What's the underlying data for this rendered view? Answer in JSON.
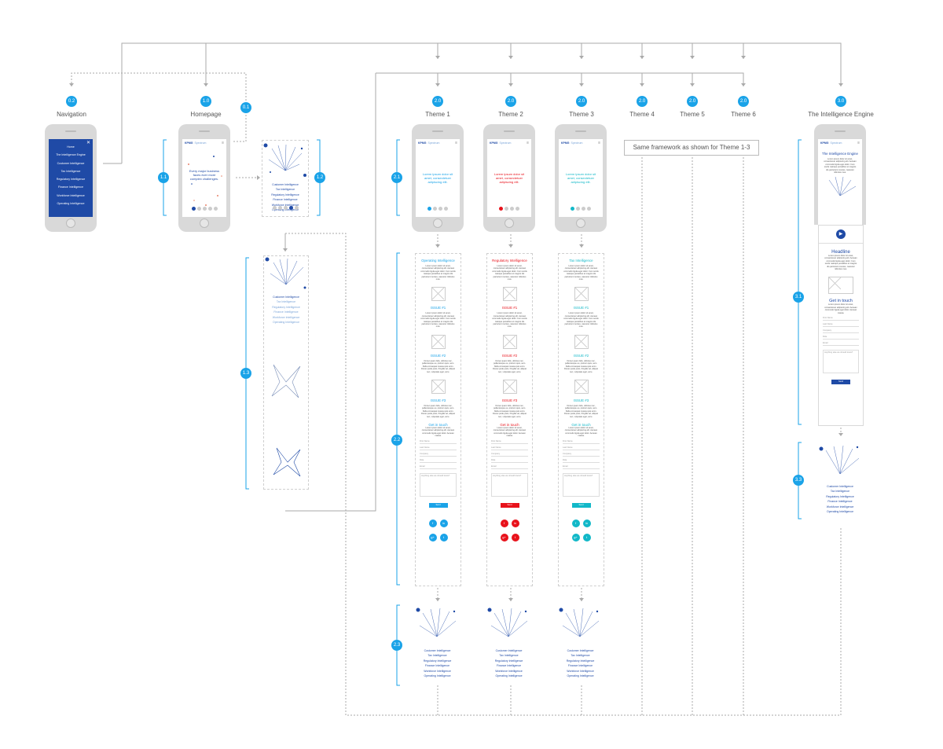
{
  "columns": [
    {
      "id": "nav",
      "badge": "0.2",
      "label": "Navigation"
    },
    {
      "id": "home",
      "badge": "1.0",
      "label": "Homepage"
    },
    {
      "id": "t1",
      "badge": "2.0",
      "label": "Theme 1"
    },
    {
      "id": "t2",
      "badge": "2.0",
      "label": "Theme 2"
    },
    {
      "id": "t3",
      "badge": "2.0",
      "label": "Theme 3"
    },
    {
      "id": "t4",
      "badge": "2.0",
      "label": "Theme 4"
    },
    {
      "id": "t5",
      "badge": "2.0",
      "label": "Theme 5"
    },
    {
      "id": "t6",
      "badge": "2.0",
      "label": "Theme 6"
    },
    {
      "id": "ie",
      "badge": "3.0",
      "label": "The Intelligence Engine"
    }
  ],
  "side_badges": [
    "0.1",
    "1.1",
    "1.2",
    "1.3",
    "2.1",
    "2.2",
    "2.3",
    "3.1",
    "3.3"
  ],
  "note": "Same framework as shown for Theme 1-3",
  "nav_menu": {
    "title": "Home",
    "items": [
      "The Intelligence Engine",
      "Customer Intelligence",
      "Tax Intelligence",
      "Regulatory Intelligence",
      "Finance Intelligence",
      "Workforce Intelligence",
      "Operating Intelligence"
    ]
  },
  "logo": {
    "brand": "KPMG",
    "product": "Spectrum"
  },
  "home_hero": "Every major business faces ever more complex challenges.",
  "theme_hero": "Lorem ipsum dolor sit amet, consectetuer adipiscing elit.",
  "menu_items": [
    "Customer Intelligence",
    "Tax Intelligence",
    "Regulatory Intelligence",
    "Finance Intelligence",
    "Workforce Intelligence",
    "Operating Intelligence"
  ],
  "themes": [
    {
      "title": "Operating Intelligence",
      "color": "#1aa3e8"
    },
    {
      "title": "Regulatory Intelligence",
      "color": "#e8121b"
    },
    {
      "title": "Tax Intelligence",
      "color": "#12b8c8"
    }
  ],
  "issues": [
    "ISSUE #1",
    "ISSUE #2",
    "ISSUE #3"
  ],
  "lorem_short": "Lorem ipsum dolor sit amet, consectetuer adipiscing elit. Aenean commodo ligula eget dolor. Cum sociis natoque penatibus et magnis dis parturient montes, nascetur ridiculus mus.",
  "lorem_issue": "Donec quam felis, ultricies nec, pellentesque eu, pretium quis, sem. Nulla consequat massa quis enim. Donec pede justo, fringilla vel, aliquet nec, vulputate eget, arcu.",
  "form": {
    "heading": "Get in touch",
    "text": "Lorem ipsum dolor sit amet, consectetuer adipiscing elit. Aenean commodo ligula eget dolor. Aenean massa.",
    "fields": [
      "First Name",
      "Last Name",
      "Company",
      "Role",
      "Email"
    ],
    "textarea": "Anything else we should know?",
    "send": "Send"
  },
  "ie_headline": "Headline",
  "ie_title": "The Intelligence Engine"
}
